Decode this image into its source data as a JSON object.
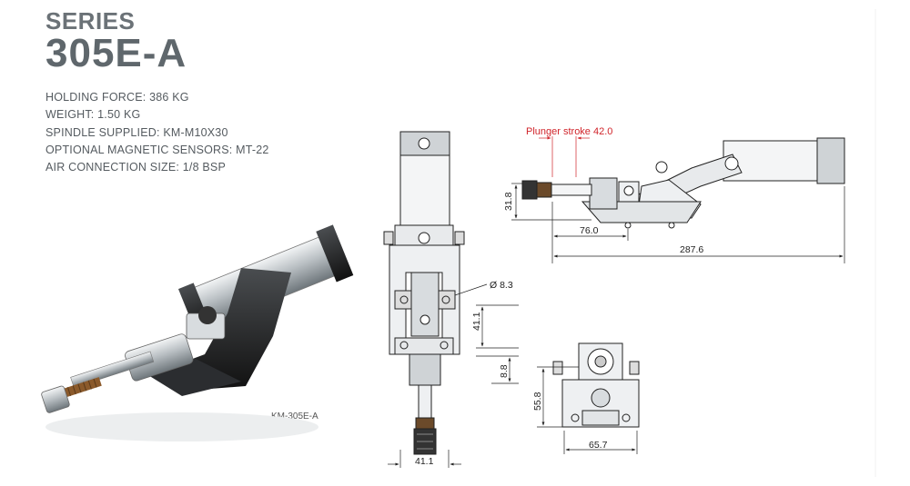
{
  "header": {
    "series": "SERIES",
    "model": "305E-A"
  },
  "specs": [
    "HOLDING FORCE: 386 KG",
    "WEIGHT: 1.50 KG",
    "SPINDLE SUPPLIED: KM-M10X30",
    "OPTIONAL MAGNETIC SENSORS: MT-22",
    "AIR CONNECTION SIZE: 1/8 BSP"
  ],
  "photo": {
    "caption": "KM-305E-A"
  },
  "dimensions": {
    "front_hole": "Ø 8.3",
    "front_height_upper": "41.1",
    "front_height_lower": "8.8",
    "front_width": "41.1",
    "side_plunger_stroke": "Plunger stroke 42.0",
    "side_height": "31.8",
    "side_offset": "76.0",
    "side_length": "287.6",
    "end_height": "55.8",
    "end_width": "65.7"
  },
  "colors": {
    "accent": "#d0242a",
    "text": "#555b60",
    "title": "#5f676c"
  }
}
